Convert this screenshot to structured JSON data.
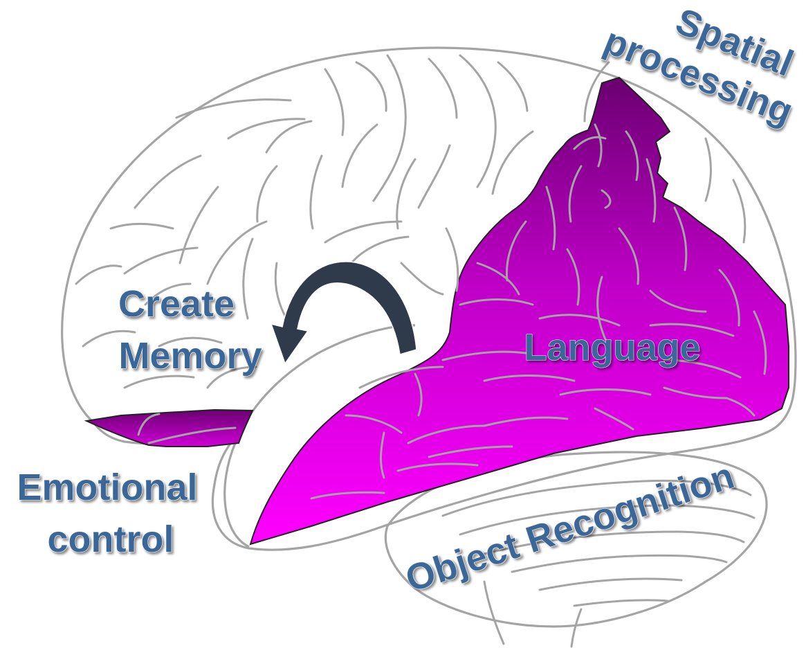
{
  "labels": {
    "spatial_line1": "Spatial",
    "spatial_line2": "processing",
    "create_line1": "Create",
    "create_line2": "Memory",
    "language": "Language",
    "emotional_line1": "Emotional",
    "emotional_line2": "control",
    "object": "Object Recognition"
  },
  "colors": {
    "label_text": "#3a6698",
    "region_top": "#6a0070",
    "region_bottom": "#ff00ff",
    "arrow": "#2f3a4a",
    "outline": "#a4a4a4"
  }
}
